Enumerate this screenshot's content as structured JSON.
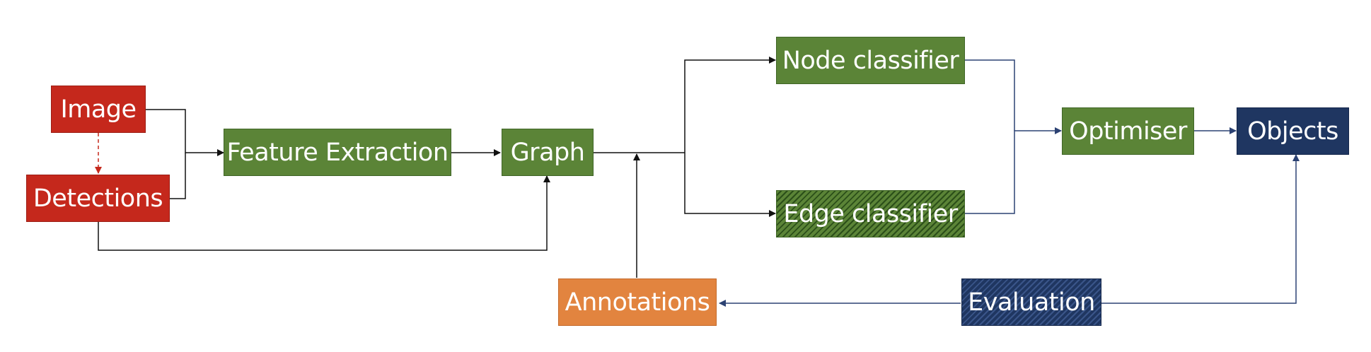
{
  "nodes": {
    "image": "Image",
    "detections": "Detections",
    "feature_extraction": "Feature Extraction",
    "graph": "Graph",
    "node_classifier": "Node classifier",
    "edge_classifier": "Edge classifier",
    "optimiser": "Optimiser",
    "objects": "Objects",
    "annotations": "Annotations",
    "evaluation": "Evaluation"
  },
  "colors": {
    "input": "#c5281c",
    "process": "#5b8437",
    "annotation": "#e2843f",
    "output": "#1f3661",
    "connector_black": "#111111",
    "connector_navy": "#2c4273",
    "connector_red_dashed": "#c5281c"
  }
}
